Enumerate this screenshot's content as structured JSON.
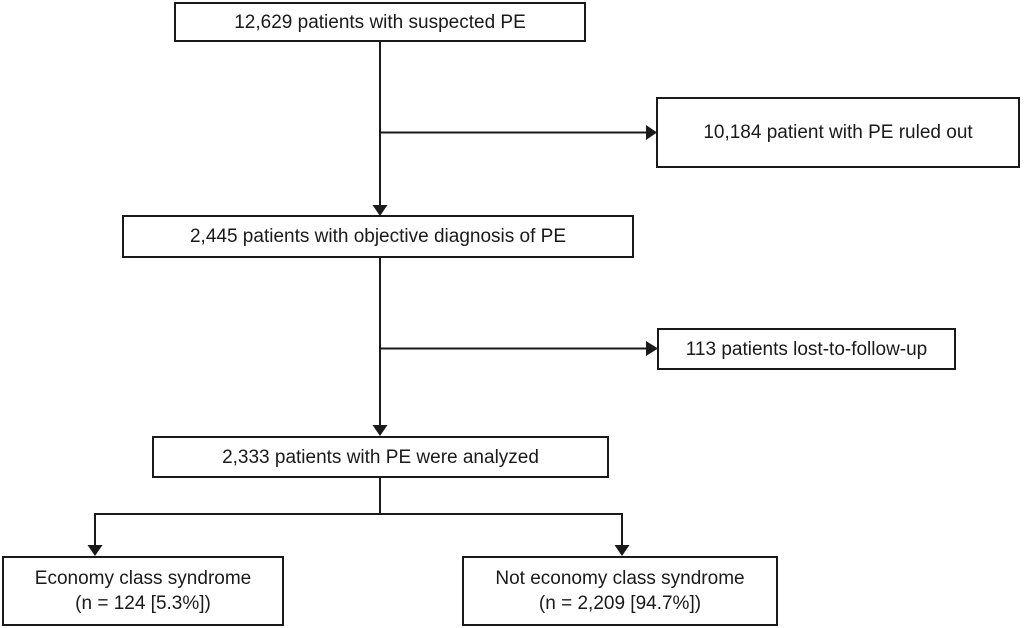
{
  "colors": {
    "ink": "#1a1a1a",
    "background": "#ffffff"
  },
  "flowchart": {
    "nodes": {
      "suspected": {
        "label": "12,629 patients with suspected PE"
      },
      "ruled_out": {
        "label": "10,184 patient with PE ruled out"
      },
      "objective": {
        "label": "2,445 patients with objective diagnosis of PE"
      },
      "lost_followup": {
        "label": "113 patients lost-to-follow-up"
      },
      "analyzed": {
        "label": "2,333 patients with PE were analyzed"
      },
      "ecs": {
        "line1": "Economy class syndrome",
        "line2": "(n = 124 [5.3%])"
      },
      "not_ecs": {
        "line1": "Not economy class syndrome",
        "line2": "(n = 2,209 [94.7%])"
      }
    }
  }
}
